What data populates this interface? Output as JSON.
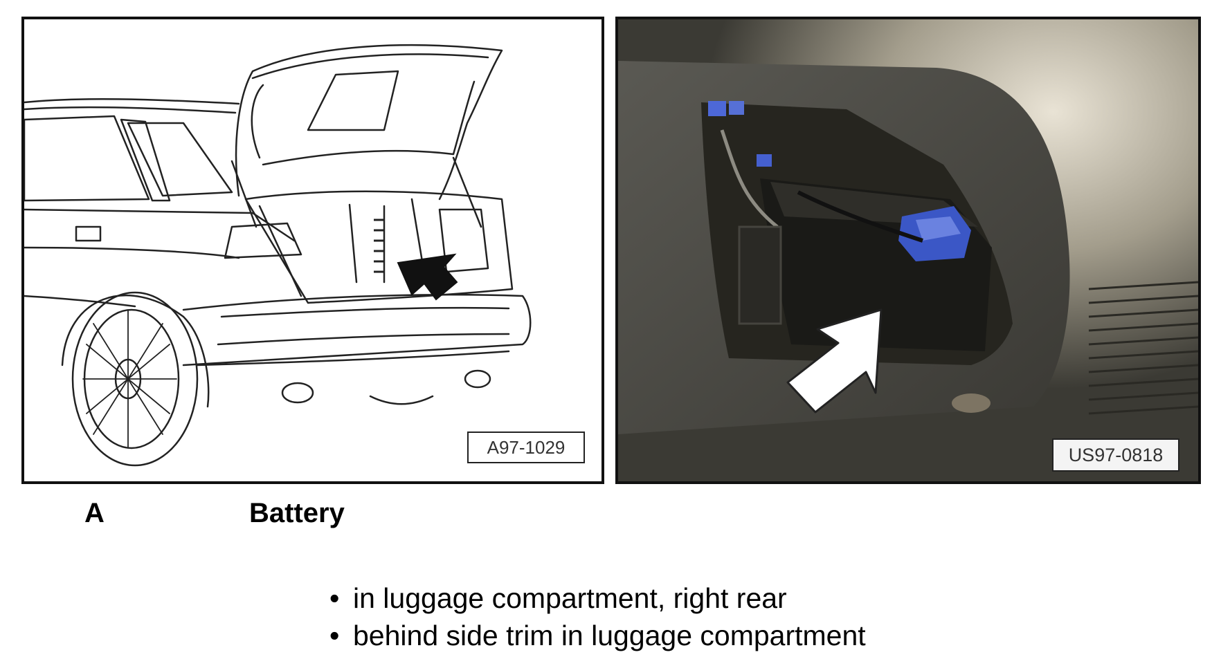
{
  "figure_left": {
    "ref": "A97-1029"
  },
  "figure_right": {
    "ref": "US97-0818"
  },
  "caption": {
    "letter": "A",
    "title": "Battery"
  },
  "bullets": [
    "in luggage compartment, right rear",
    "behind side trim in luggage compartment"
  ]
}
